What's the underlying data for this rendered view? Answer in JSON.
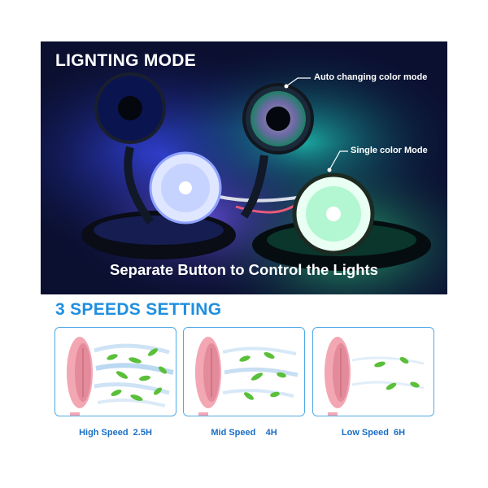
{
  "lighting": {
    "title": "LIGNTING MODE",
    "callout_auto": "Auto changing color mode",
    "callout_single": "Single color Mode",
    "caption": "Separate Button to Control the Lights"
  },
  "speeds": {
    "title": "3 SPEEDS SETTING",
    "items": [
      {
        "label": "High Speed  2.5H"
      },
      {
        "label": "Mid Speed    4H"
      },
      {
        "label": "Low Speed  6H"
      }
    ]
  },
  "colors": {
    "accent_blue": "#1f8fe0",
    "card_border": "#4fa9e6",
    "fan_pink": "#f2a7b3",
    "leaf_green": "#5bbf3a"
  },
  "icons": [
    "fan-icon",
    "leaf-icon",
    "wind-icon"
  ]
}
